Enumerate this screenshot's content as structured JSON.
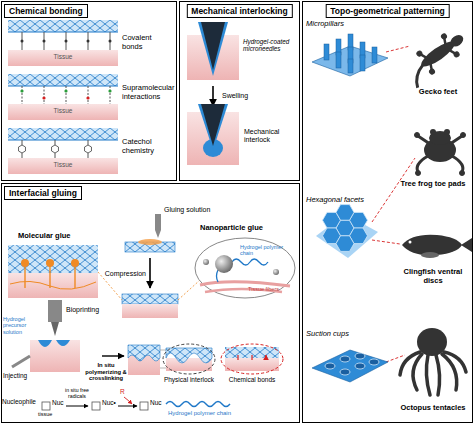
{
  "diagram": {
    "nodes": [
      {
        "text": [
          "Chemical bonding"
        ]
      },
      {
        "text": [
          "Mechanical interlocking"
        ]
      },
      {
        "text": [
          "Topo-geometrical patterning"
        ]
      },
      {
        "text": [
          "Interfacial gluing"
        ]
      }
    ],
    "labels": [
      "Covalent bonds",
      "Tissue",
      "Supramolecular interactions",
      "Tissue",
      "Catechol chemistry",
      "Tissue",
      "Hydrogel-coated microneedles",
      "Swelling",
      "Mechanical interlock",
      "Micropillars",
      "Gecko feet",
      "Tree frog toe pads",
      "Hexagonal facets",
      "Clingfish ventral discs",
      "Suction cups",
      "Octopus tentacles",
      "Gluing solution",
      "Molecular glue",
      "Nanoparticle glue",
      "Hydrogel polymer chain",
      "Compression",
      "Tissue fibers",
      "Bioprinting",
      "Hydrogel precursor solution",
      "Injecting",
      "In situ polymerizing & crosslinking",
      "Physical interlock",
      "Chemical bonds",
      "Nucleophile",
      "Nuc",
      "tissue",
      "in situ free radicals",
      "Nuc•",
      "R",
      "Nuc",
      "Hydrogel polymer chain"
    ]
  }
}
